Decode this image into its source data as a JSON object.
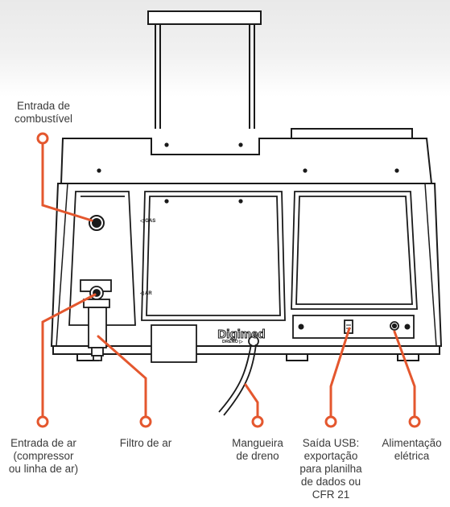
{
  "brand": "Digimed",
  "panel_labels": {
    "gas": "◁ GAS",
    "air": "◁ AR",
    "drain": "DRENO ▷"
  },
  "callouts": {
    "fuel_inlet": "Entrada de\ncombustível",
    "air_inlet": "Entrada de ar\n(compressor\nou linha de ar)",
    "air_filter": "Filtro de ar",
    "drain_hose": "Mangueira\nde dreno",
    "usb_output": "Saída USB:\nexportação\npara planilha\nde dados ou\nCFR 21",
    "power": "Alimentação\nelétrica"
  },
  "colors": {
    "accent": "#e4572e",
    "outline": "#1a1a1a",
    "text": "#3a3a3a"
  }
}
